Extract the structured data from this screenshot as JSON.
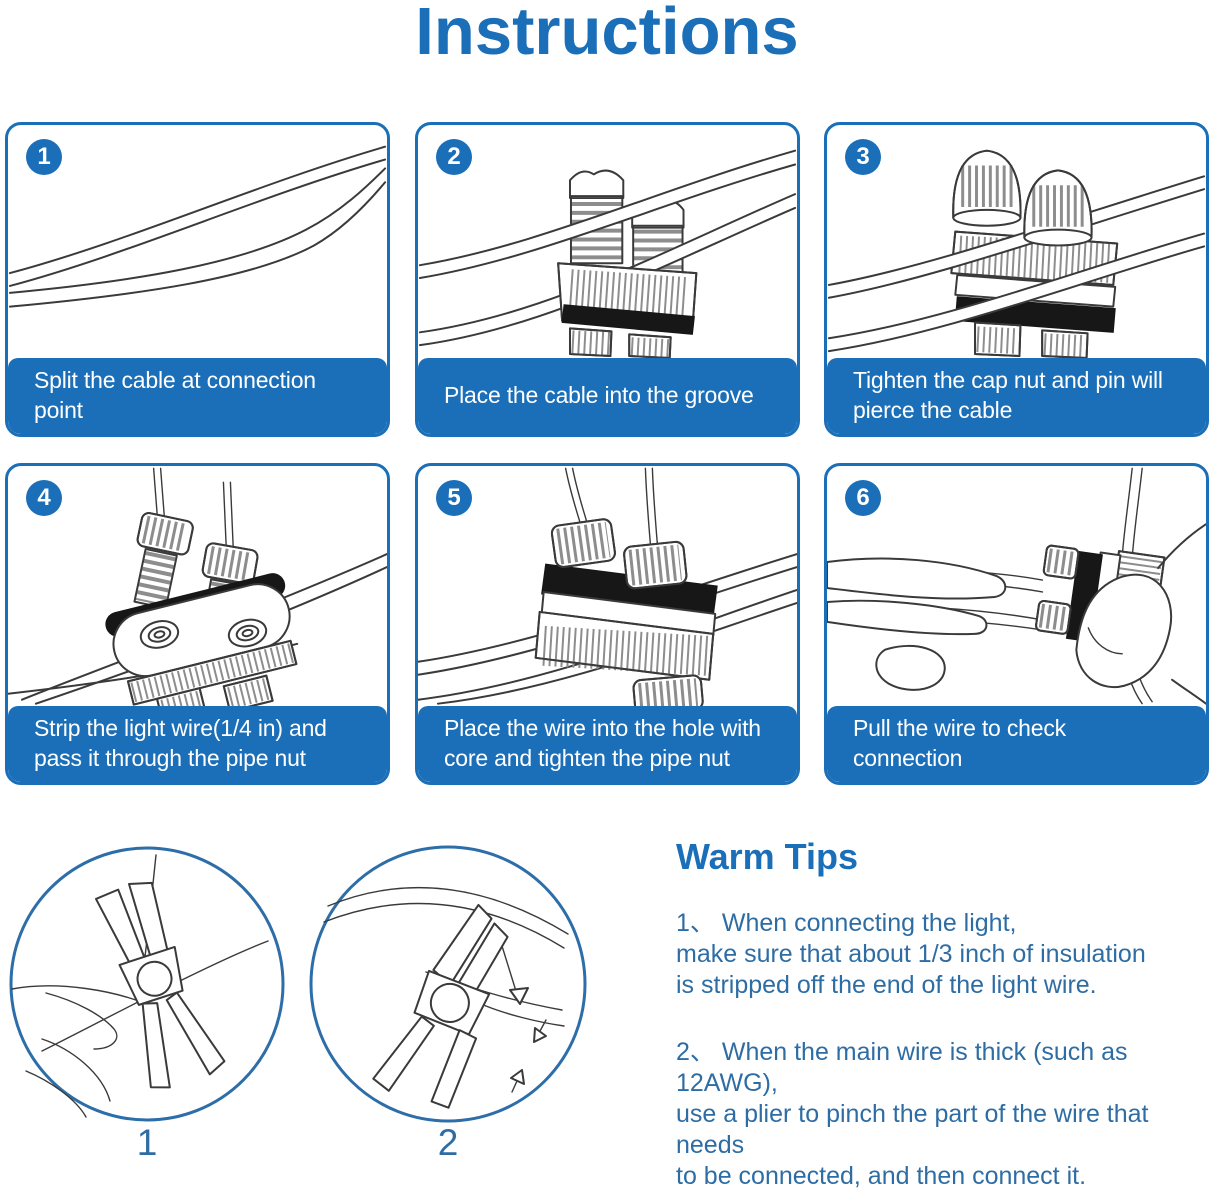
{
  "title": "Instructions",
  "colors": {
    "primary": "#1b6eb8",
    "accent_text": "#2e6da4",
    "circle_stroke": "#2d6ea9",
    "page_bg": "#ffffff"
  },
  "steps": [
    {
      "number": "1",
      "caption": "Split the cable at connection point",
      "illustration": "cable-split"
    },
    {
      "number": "2",
      "caption": "Place the cable into the groove",
      "illustration": "connector-open-posts"
    },
    {
      "number": "3",
      "caption": "Tighten the cap nut and pin will pierce the cable",
      "illustration": "connector-cap-nuts-tightened"
    },
    {
      "number": "4",
      "caption": "Strip the light wire(1/4 in) and pass it through the pipe nut",
      "illustration": "wires-through-pipe-nuts"
    },
    {
      "number": "5",
      "caption": "Place the wire into the hole with core and tighten the pipe nut",
      "illustration": "wires-inserted-tighten"
    },
    {
      "number": "6",
      "caption": "Pull the wire to check connection",
      "illustration": "hands-pull-wire"
    }
  ],
  "warm_tips": {
    "heading": "Warm Tips",
    "tips": [
      {
        "lines": [
          "1、 When connecting the light,",
          "make sure that about 1/3 inch of insulation",
          "is stripped off the end of the light wire."
        ]
      },
      {
        "lines": [
          "2、 When the main wire is thick (such as 12AWG),",
          "use a plier to pinch the part of the wire that needs",
          "to be connected, and then connect it."
        ]
      }
    ]
  },
  "figures": [
    {
      "label": "1",
      "illustration": "plier-strip-wire"
    },
    {
      "label": "2",
      "illustration": "plier-pinch-wire"
    }
  ]
}
